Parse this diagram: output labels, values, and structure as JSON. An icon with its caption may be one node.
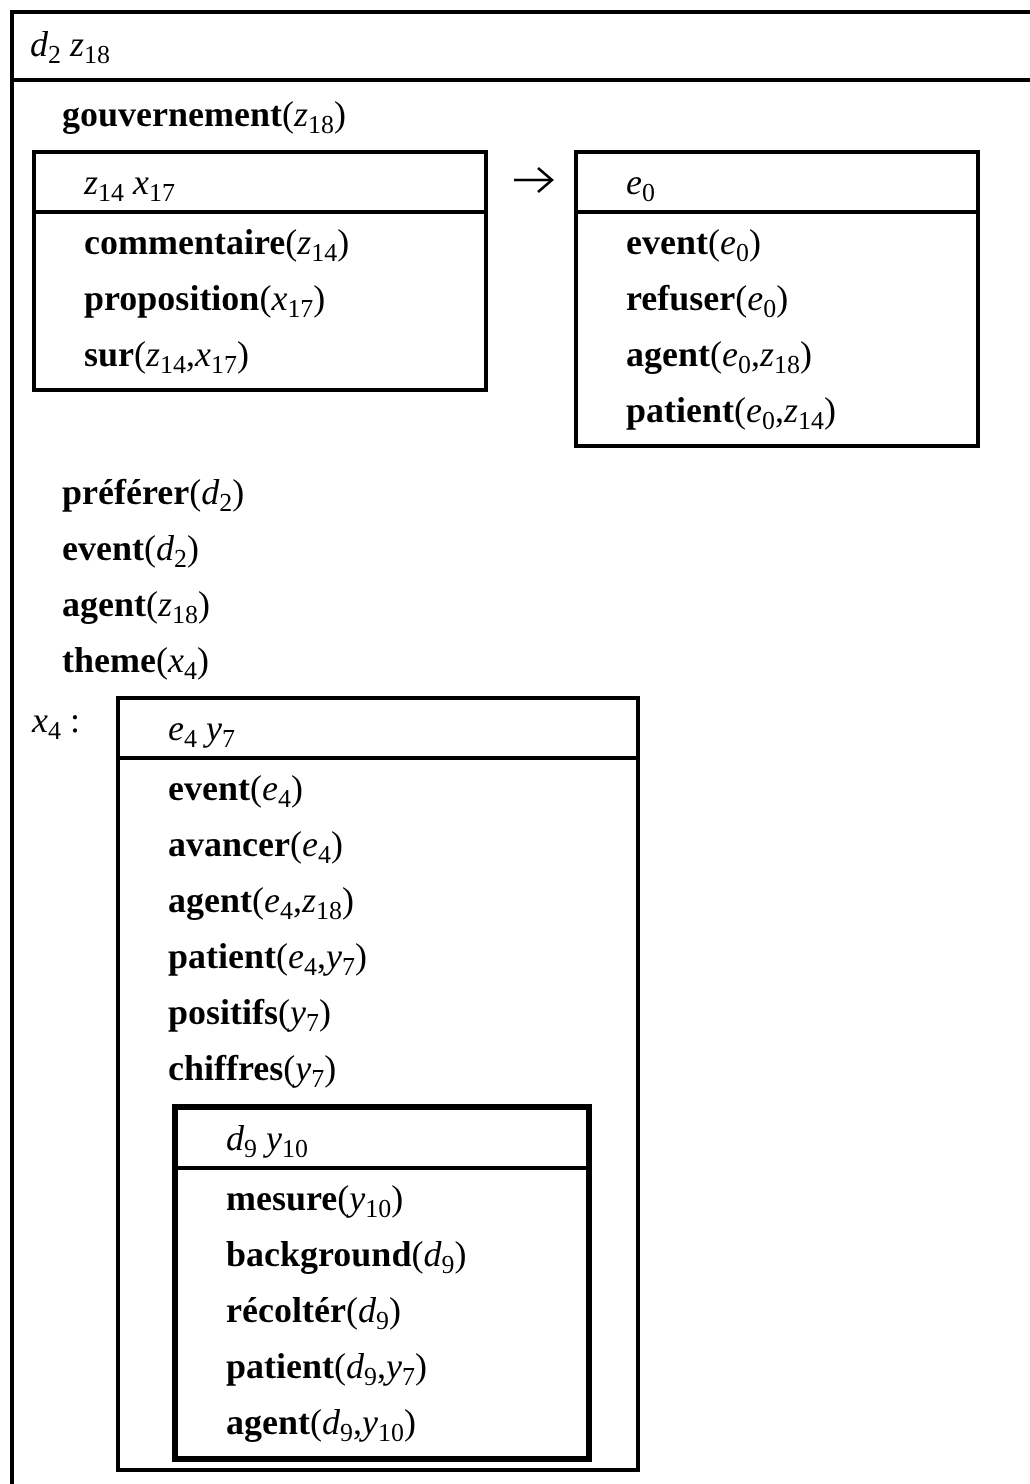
{
  "diagram": {
    "nodes": [
      {
        "text": [
          "*d*$_{2}$ *z*$_{18}$",
          "**gouvernement**(*z*$_{18}$)",
          "**préférer**(*d*$_{2}$)",
          "**event**(*d*$_{2}$)",
          "**agent**(*z*$_{18}$)",
          "**theme**(*x*$_{4}$)"
        ]
      },
      {
        "text": [
          "*z*$_{14}$ *x*$_{17}$",
          "**commentaire**(*z*$_{14}$)",
          "**proposition**(*x*$_{17}$)",
          "**sur**(*z*$_{14}$,*x*$_{17}$)"
        ],
        "in": 0
      },
      {
        "text": [
          "*e*$_{0}$",
          "**event**(*e*$_{0}$)",
          "**refuser**(*e*$_{0}$)",
          "**agent**(*e*$_{0}$,*z*$_{18}$)",
          "**patient**(*e*$_{0}$,*z*$_{14}$)"
        ],
        "in": 0
      },
      {
        "text": [
          "*e*$_{4}$ *y*$_{7}$",
          "**event**(*e*$_{4}$)",
          "**avancer**(*e*$_{4}$)",
          "**agent**(*e*$_{4}$,*z*$_{18}$)",
          "**patient**(*e*$_{4}$,*y*$_{7}$)",
          "**positifs**(*y*$_{7}$)",
          "**chiffres**(*y*$_{7}$)"
        ],
        "in": 0,
        "beside": [
          "*x*$_{4}$ :"
        ]
      },
      {
        "text": [
          "*d*$_{9}$ *y*$_{10}$",
          "**mesure**(*y*$_{10}$)",
          "**background**(*d*$_{9}$)",
          "**récoltér**(*d*$_{9}$)",
          "**patient**(*d*$_{9}$,*y*$_{7}$)",
          "**agent**(*d*$_{9}$,*y*$_{10}$)"
        ],
        "in": 3
      }
    ],
    "edges": [
      {
        "from": 1,
        "to": 2,
        "arrow": "to"
      }
    ]
  }
}
